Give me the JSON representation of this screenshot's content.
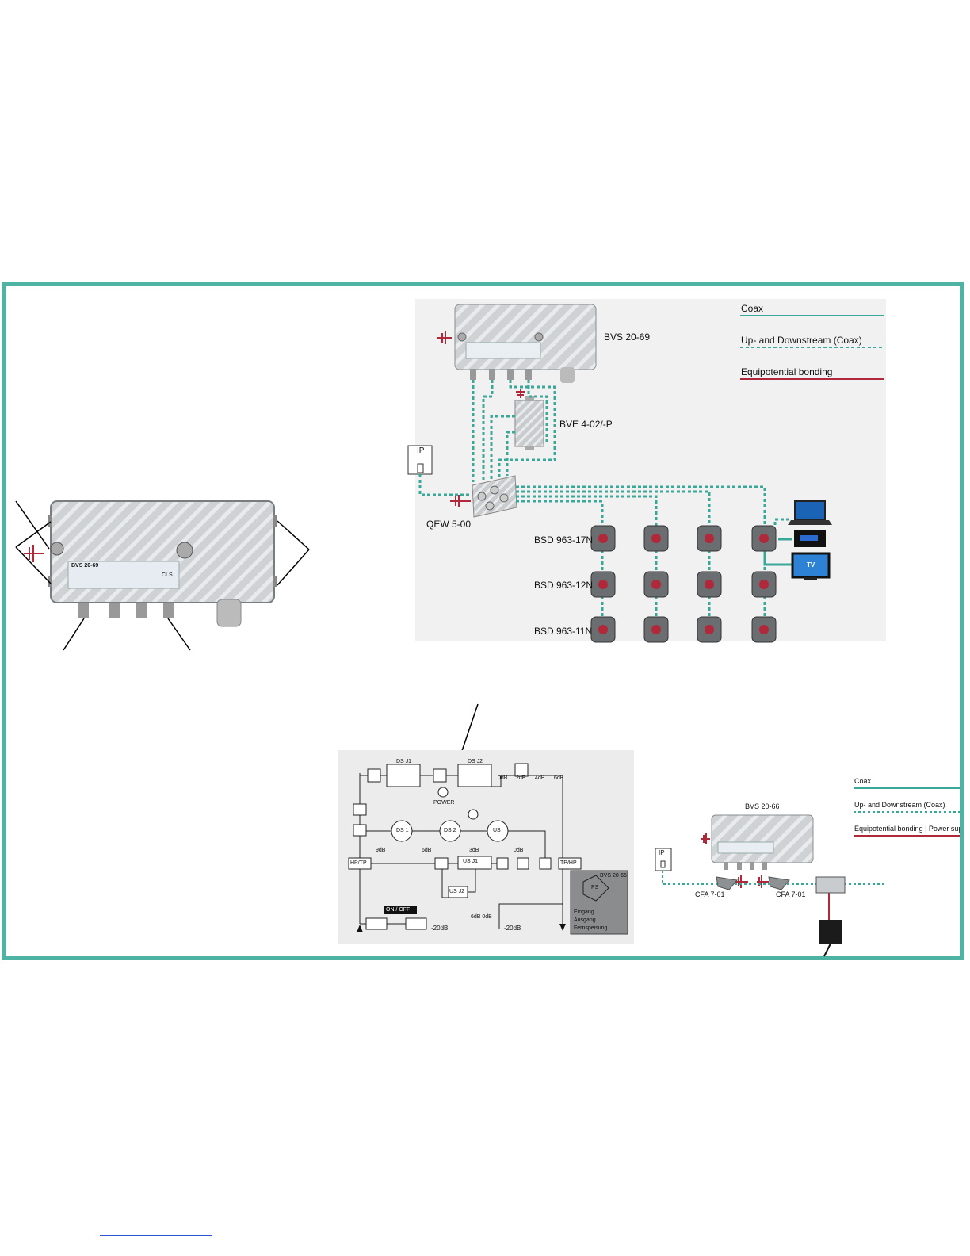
{
  "top_diagram": {
    "amplifier_label": "BVS 20-69",
    "splitter_label": "BVE 4-02/-P",
    "multitap_label": "QEW 5-00",
    "ip_label": "IP",
    "outlet_rows": [
      "BSD 963-17N",
      "BSD 963-12N",
      "BSD 963-11N"
    ],
    "tv_label": "TV",
    "legend": {
      "coax": "Coax",
      "updown": "Up- and Downstream (Coax)",
      "bonding": "Equipotential bonding"
    }
  },
  "photo": {
    "model": "BVS 20-69",
    "badge": "CI.S"
  },
  "block_diagram": {
    "ds_j1": "DS J1",
    "ds_j2": "DS J2",
    "power": "POWER",
    "ds1": "DS 1",
    "ds2": "DS 2",
    "us": "US",
    "us_j1": "US J1",
    "us_j2": "US J2",
    "hp_tp": "HP/TP",
    "tp_hp": "TP/HP",
    "ps": "PS",
    "ps_model": "BVS 20-66",
    "eingang": "Eingang",
    "ausgang": "Ausgang",
    "fernspeisung": "Fernspeisung",
    "on_off": "ON / OFF",
    "db_0": "0dB",
    "db_2": "2dB",
    "db_4": "4dB",
    "db_6": "6dB",
    "db_9": "9dB",
    "db_6b": "6dB",
    "db_3": "3dB",
    "db_0b": "0dB",
    "db_6_0": "6dB 0dB",
    "minus20_a": "-20dB",
    "minus20_b": "-20dB"
  },
  "bottom_right": {
    "amp_label": "BVS 20-66",
    "ip_label": "IP",
    "cfa_a": "CFA 7-01",
    "cfa_b": "CFA 7-01",
    "legend": {
      "coax": "Coax",
      "updown": "Up- and Downstream (Coax)",
      "bonding": "Equipotential bonding | Power supp"
    }
  },
  "colors": {
    "frame": "#4fb3a4",
    "coax": "#3aa898",
    "bonding": "#b0283a"
  }
}
